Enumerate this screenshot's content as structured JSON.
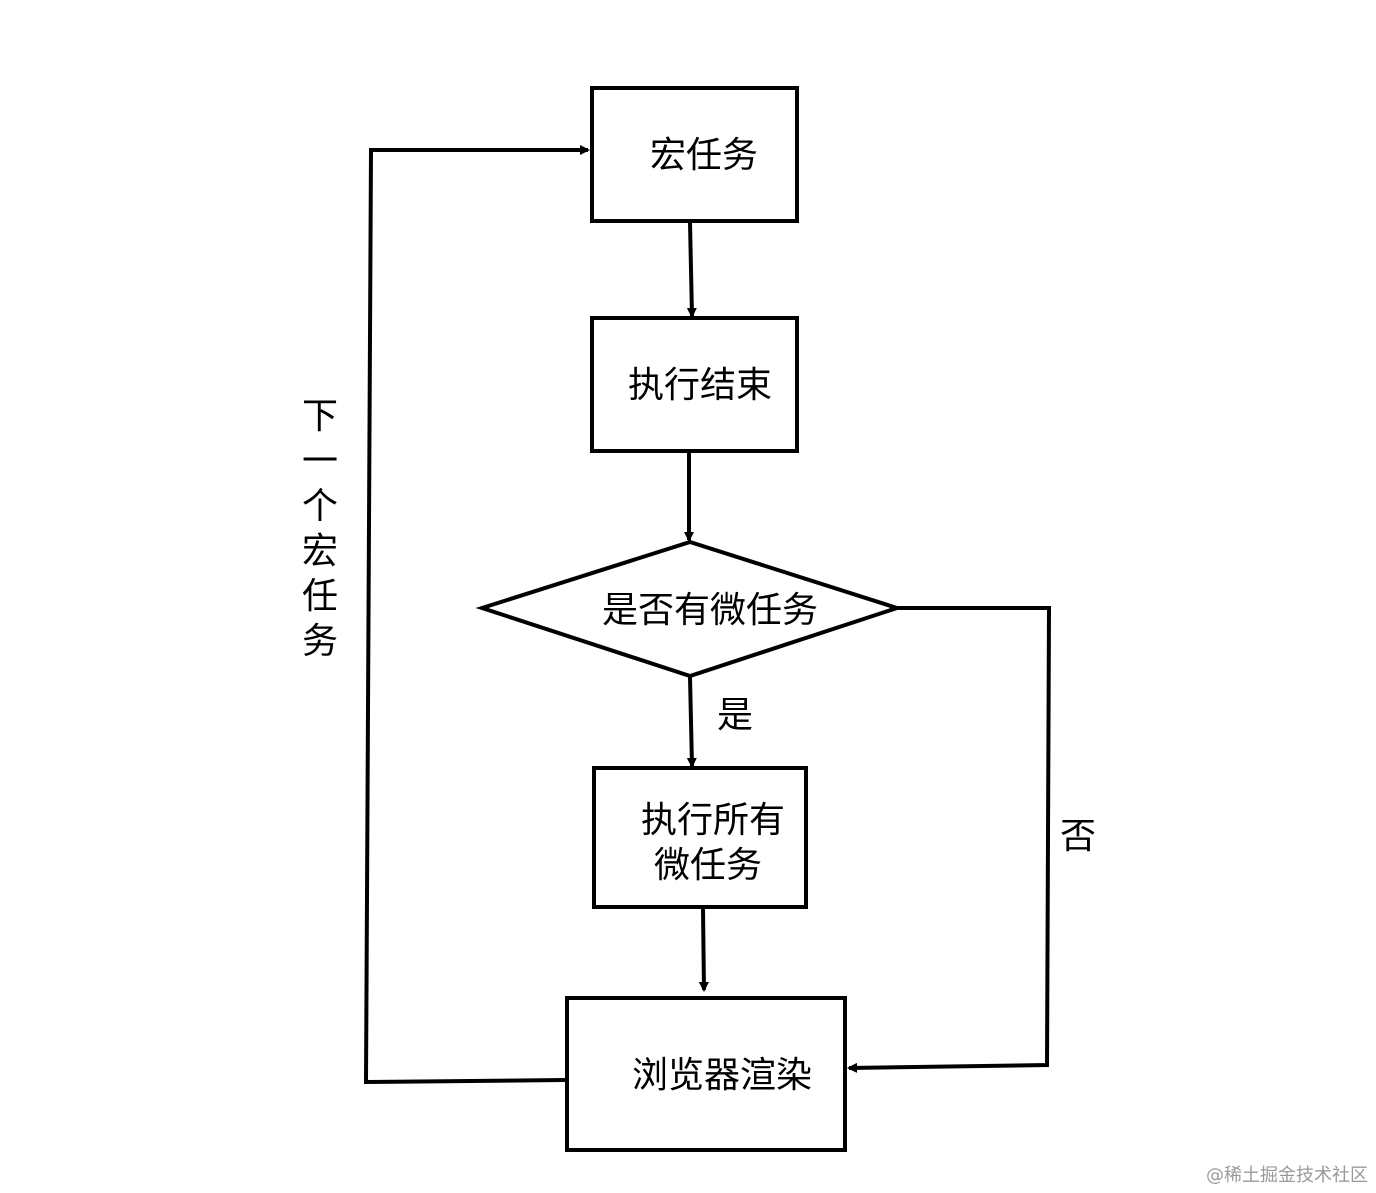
{
  "nodes": {
    "macro_task": "宏任务",
    "exec_end": "执行结束",
    "has_micro": "是否有微任务",
    "exec_micro_line1": "执行所有",
    "exec_micro_line2": "微任务",
    "render": "浏览器渲染"
  },
  "edges": {
    "yes": "是",
    "no": "否",
    "next_macro": [
      "下",
      "一",
      "个",
      "宏",
      "任",
      "务"
    ]
  },
  "watermark": "@稀土掘金技术社区",
  "colors": {
    "stroke": "#000000",
    "background": "#ffffff",
    "watermark": "#9a9a9a"
  }
}
